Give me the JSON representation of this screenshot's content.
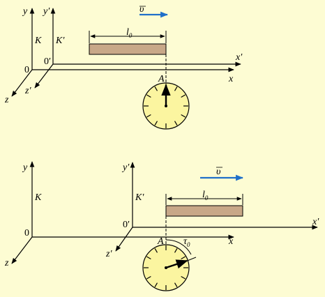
{
  "colors": {
    "background": "#fdfcd3",
    "rod": "#c8a888",
    "velocity_arrow": "#1f6fc9",
    "clock_face": "#fbf5a0"
  },
  "icons": [
    "velocity-arrow-icon",
    "clock-icon"
  ],
  "top_panel": {
    "y": "y",
    "y_prime": "y′",
    "K": "K",
    "K_prime": "K′",
    "origin": "0",
    "origin_prime": "0′",
    "x": "x",
    "x_prime": "x′",
    "z": "z",
    "z_prime": "z′",
    "A": "A",
    "rod_length": "l",
    "rod_length_sub": "0",
    "velocity": "υ"
  },
  "bottom_panel": {
    "y": "y",
    "y_prime": "y′",
    "K": "K",
    "K_prime": "K′",
    "origin": "0",
    "origin_prime": "0′",
    "x": "x",
    "x_prime": "x′",
    "z": "z",
    "z_prime": "z′",
    "A": "A",
    "rod_length": "l",
    "rod_length_sub": "0",
    "velocity": "υ",
    "tau": "τ",
    "tau_sub": "0"
  }
}
